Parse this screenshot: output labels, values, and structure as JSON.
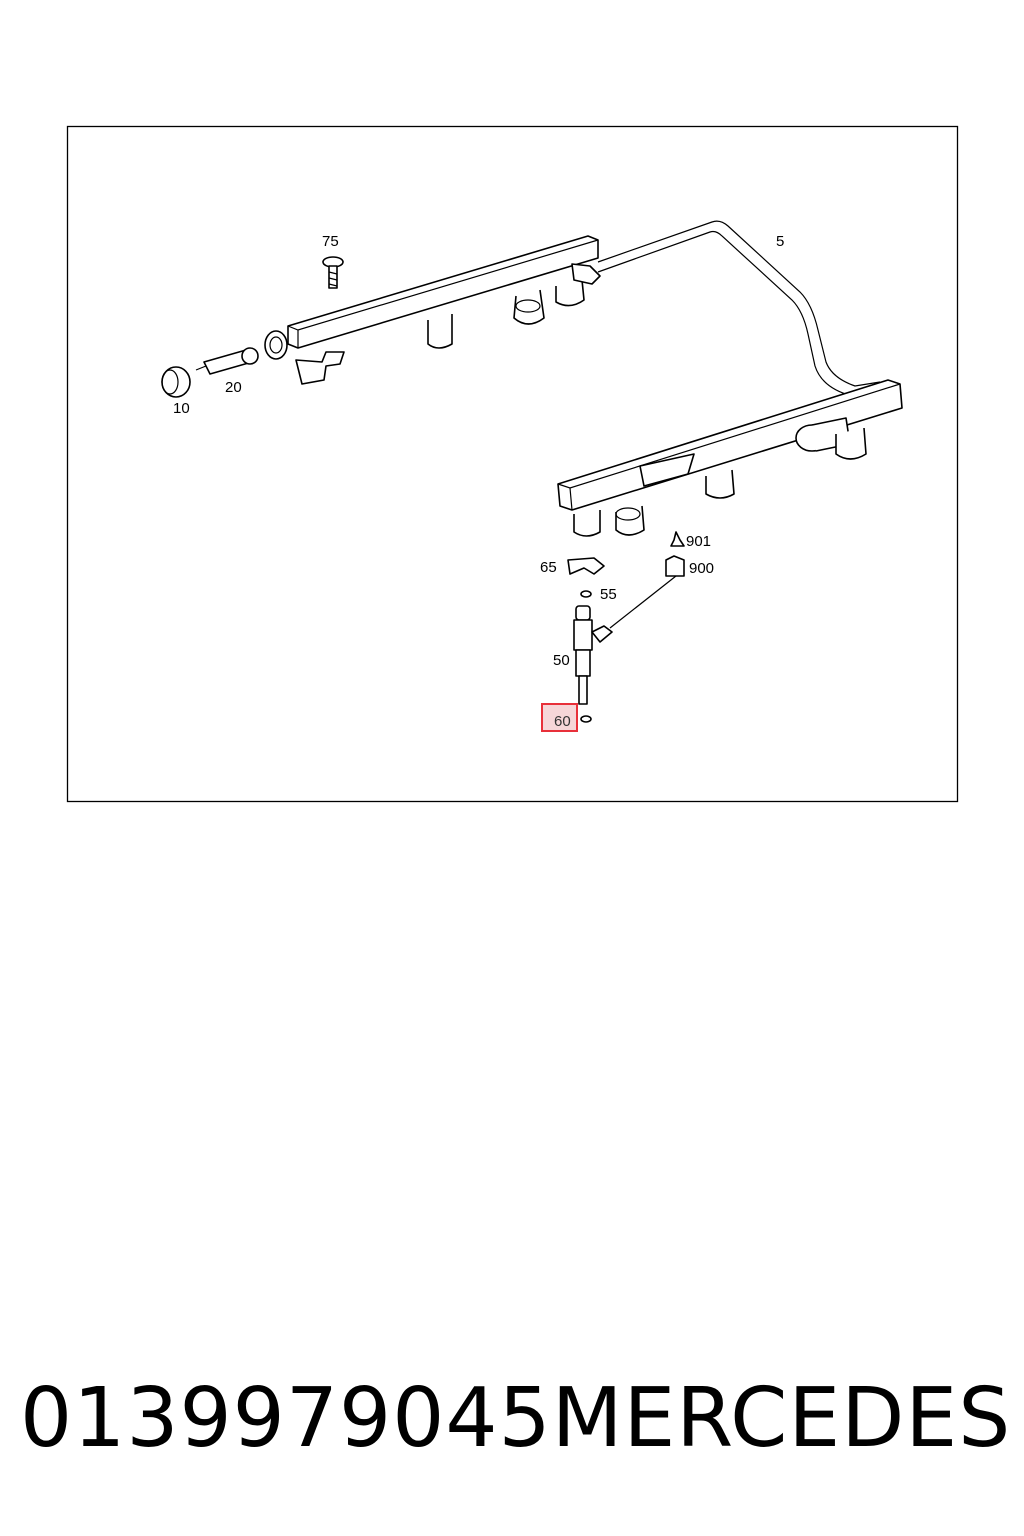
{
  "diagram": {
    "callouts": {
      "c5": "5",
      "c10": "10",
      "c20": "20",
      "c50": "50",
      "c55": "55",
      "c60": "60",
      "c65": "65",
      "c75": "75",
      "c900": "900",
      "c901": "901"
    },
    "highlight_color": "#e8303a",
    "highlight_fill": "#f6d6d8"
  },
  "caption": {
    "part_number": "0139979045",
    "brand": "MERCEDES"
  }
}
